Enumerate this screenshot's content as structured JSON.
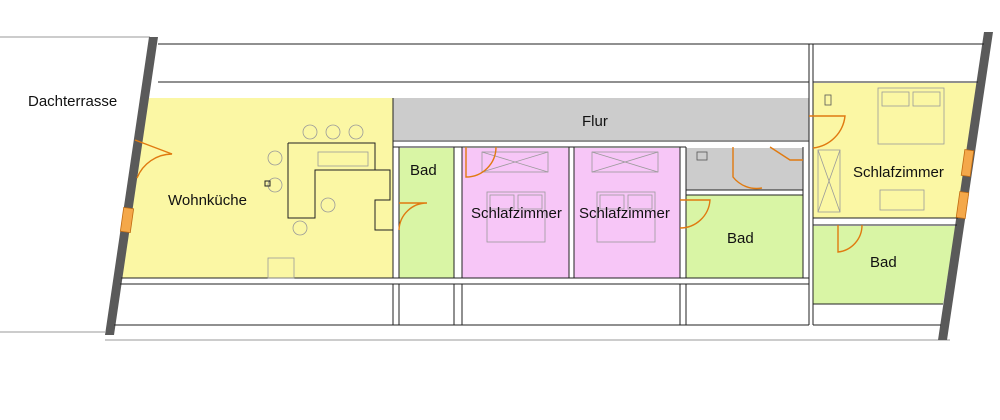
{
  "rooms": {
    "terrace": "Dachterrasse",
    "living_kitchen": "Wohnküche",
    "corridor": "Flur",
    "bath_1": "Bad",
    "bedroom_1": "Schlafzimmer",
    "bedroom_2": "Schlafzimmer",
    "bath_2": "Bad",
    "bedroom_3": "Schlafzimmer",
    "bath_3": "Bad"
  },
  "colors": {
    "living": "#fbf7a4",
    "corridor": "#cccccc",
    "bath": "#d9f5a5",
    "bedroom_pink": "#f7c6f7",
    "bedroom_yellow": "#fbf7a4",
    "door": "#e07a10",
    "window": "#f4a84a",
    "wall": "#5a5a5a"
  }
}
